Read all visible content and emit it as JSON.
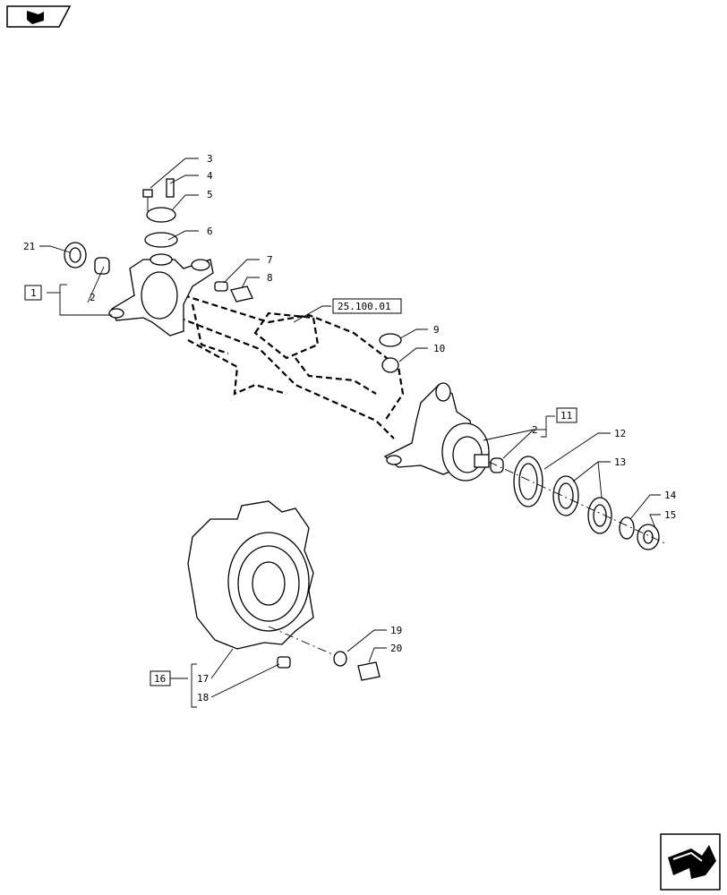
{
  "nav": {
    "back_icon": "arrow-back-icon",
    "next_icon": "arrow-next-icon"
  },
  "diagram": {
    "reference_label": "25.100.01",
    "callouts": {
      "c1": "1",
      "c2a": "2",
      "c2b": "2",
      "c3": "3",
      "c4": "4",
      "c5": "5",
      "c6": "6",
      "c7": "7",
      "c8": "8",
      "c9": "9",
      "c10": "10",
      "c11": "11",
      "c12": "12",
      "c13": "13",
      "c14": "14",
      "c15": "15",
      "c16": "16",
      "c17": "17",
      "c18": "18",
      "c19": "19",
      "c20": "20",
      "c21": "21"
    }
  }
}
